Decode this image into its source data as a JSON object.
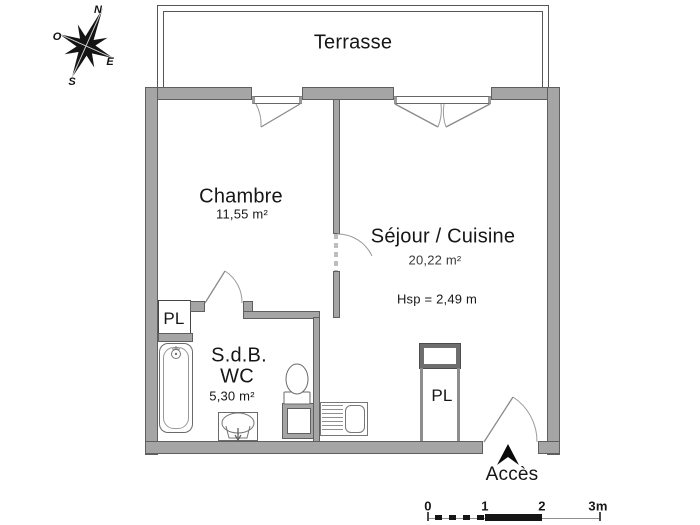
{
  "compass": {
    "north": "N",
    "south": "S",
    "east": "E",
    "west": "O"
  },
  "terrace": {
    "label": "Terrasse"
  },
  "chambre": {
    "label": "Chambre",
    "area": "11,55 m²"
  },
  "sejour": {
    "label": "Séjour / Cuisine",
    "area": "20,22 m²",
    "height_note": "Hsp = 2,49 m"
  },
  "bathroom": {
    "label_line1": "S.d.B.",
    "label_line2": "WC",
    "area": "5,30 m²"
  },
  "closets": {
    "chambre_closet": "PL",
    "sejour_closet": "PL"
  },
  "access": {
    "label": "Accès"
  },
  "scale_bar": {
    "ticks": [
      "0",
      "1",
      "2",
      "3m"
    ]
  },
  "colors": {
    "wall_fill": "#a5a5a5",
    "wall_edge": "#5f5f5f",
    "line": "#8a8a8a",
    "text": "#161616"
  }
}
